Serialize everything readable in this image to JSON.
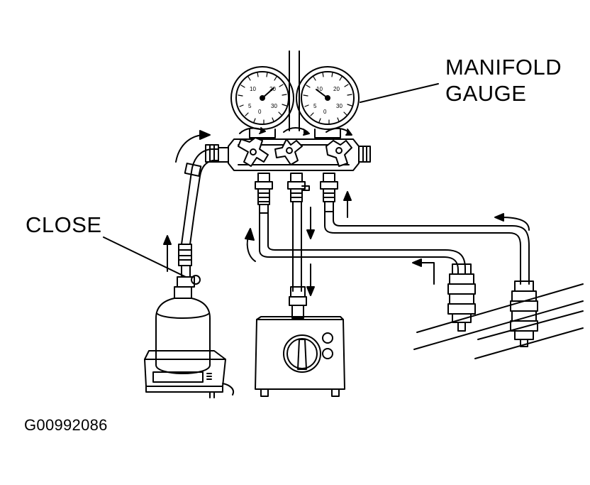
{
  "labels": {
    "manifold_gauge_line1": "MANIFOLD",
    "manifold_gauge_line2": "GAUGE",
    "close": "CLOSE",
    "figure_code": "G00992086"
  },
  "colors": {
    "ink": "#000000",
    "paper": "#ffffff"
  }
}
